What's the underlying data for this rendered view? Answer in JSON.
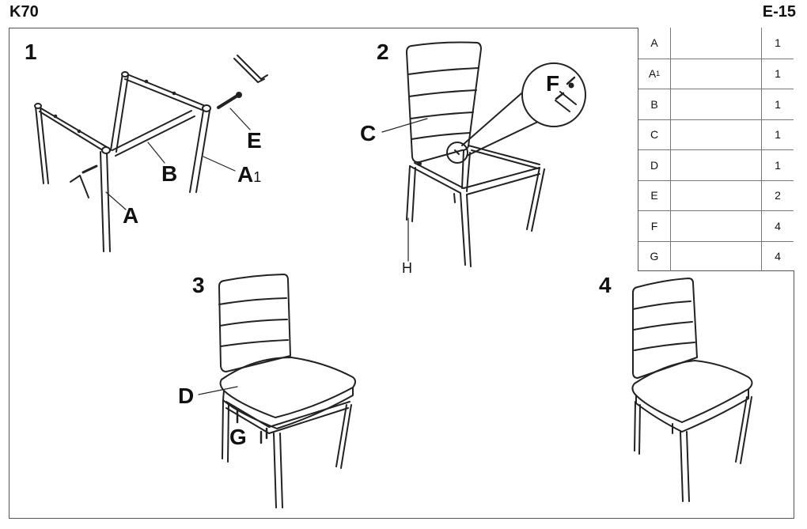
{
  "header": {
    "model": "K70",
    "code": "E-15"
  },
  "steps": [
    "1",
    "2",
    "3",
    "4"
  ],
  "parts": [
    {
      "letter": "A",
      "icon": "leg-frame-icon",
      "qty": "1"
    },
    {
      "letter": "A",
      "sub": "1",
      "icon": "leg-frame-icon",
      "qty": "1"
    },
    {
      "letter": "B",
      "icon": "crossbar-icon",
      "qty": "1"
    },
    {
      "letter": "C",
      "icon": "backrest-icon",
      "qty": "1"
    },
    {
      "letter": "D",
      "icon": "seat-cushion-icon",
      "qty": "1"
    },
    {
      "letter": "E",
      "icon": "long-bolt-icon",
      "qty": "2"
    },
    {
      "letter": "F",
      "icon": "short-bolt-icon",
      "qty": "4"
    },
    {
      "letter": "G",
      "icon": "screw-icon",
      "qty": "4"
    }
  ],
  "labels": {
    "step1": {
      "a": "A",
      "a1": "A",
      "a1_sub": "1",
      "b": "B",
      "e": "E"
    },
    "step2": {
      "c": "C",
      "f": "F",
      "h": "H"
    },
    "step3": {
      "d": "D",
      "g": "G"
    }
  }
}
